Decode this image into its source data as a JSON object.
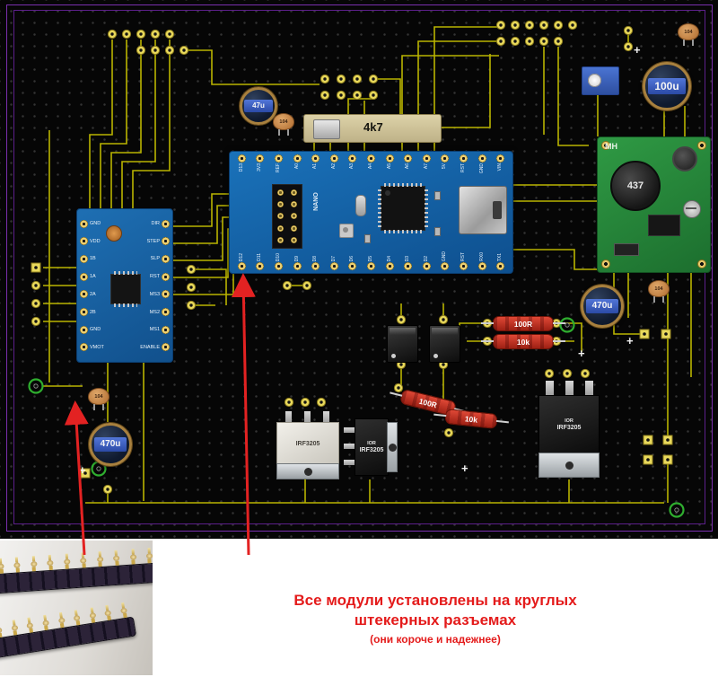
{
  "caption": {
    "line1": "Все модули установлены на круглых",
    "line2": "штекерных разъемах",
    "line3": "(они короче и надежнее)"
  },
  "arduino": {
    "silk": "NANO",
    "top_pins": [
      "D13",
      "3V3",
      "REF",
      "A0",
      "A1",
      "A2",
      "A3",
      "A4",
      "A5",
      "A6",
      "A7",
      "5V",
      "RST",
      "GND",
      "VIN"
    ],
    "bottom_pins": [
      "D12",
      "D11",
      "D10",
      "D9",
      "D8",
      "D7",
      "D6",
      "D5",
      "D4",
      "D3",
      "D2",
      "GND",
      "RST",
      "RX0",
      "TX1"
    ]
  },
  "driver": {
    "left_pins": [
      "GND",
      "VDD",
      "1B",
      "1A",
      "2A",
      "2B",
      "GND",
      "VMOT"
    ],
    "right_pins": [
      "DIR",
      "STEP",
      "SLP",
      "RST",
      "MS3",
      "MS2",
      "MS1",
      "ENABLE"
    ]
  },
  "buck": {
    "silk": "MH",
    "inductor_label": "437"
  },
  "parts": {
    "cap_47u": "47u",
    "cap_100u": "100u",
    "cap_470u_right": "470u",
    "cap_470u_left": "470u",
    "ceramic_code": "104",
    "trimmer_value": "4k7",
    "resistor_100r": "100R",
    "resistor_10k": "10k",
    "mosfet_brand": "IOR",
    "mosfet_part": "IRF3205",
    "silk_plus": "+"
  },
  "colors": {
    "annotation_red": "#e41b1b",
    "trace_yellow": "#b9b400",
    "outline_purple": "#7a2fae",
    "arduino_blue": "#1a72ba",
    "driver_blue": "#1e6fb3",
    "module_green": "#2f9a44"
  }
}
